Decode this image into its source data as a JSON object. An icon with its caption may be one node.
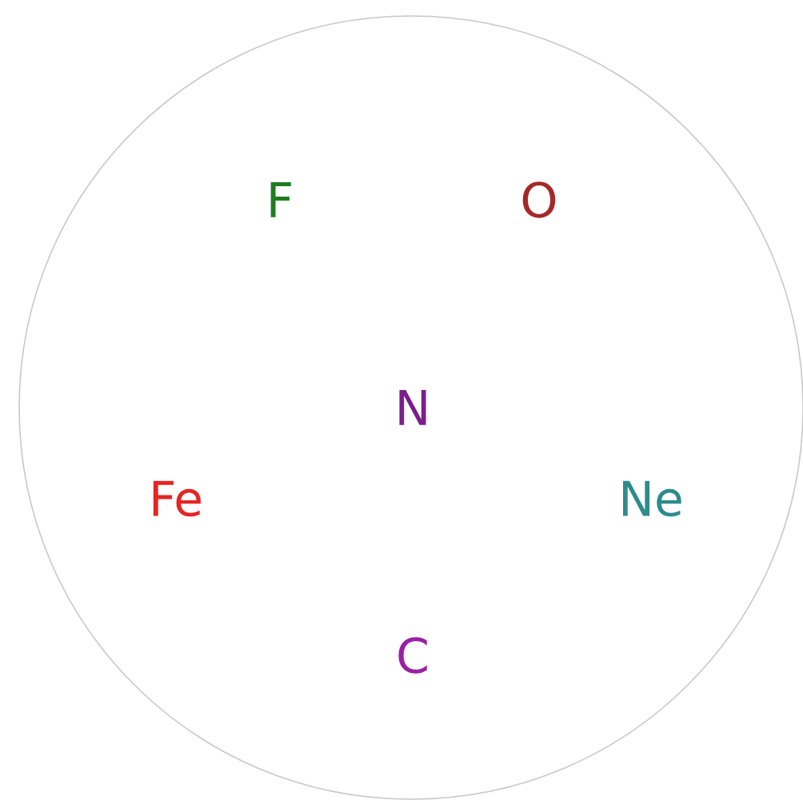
{
  "diagram": {
    "nodes": [
      {
        "text": [
          "F",
          "O",
          "N",
          "Fe",
          "Ne",
          "C"
        ]
      }
    ]
  }
}
